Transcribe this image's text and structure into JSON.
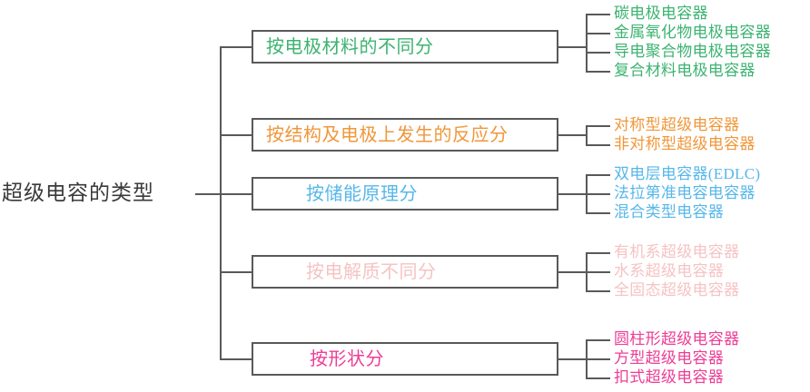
{
  "diagram": {
    "title": "超级电容的类型",
    "root": {
      "label": "超级电容的类型",
      "color": "#3a3a3a"
    },
    "line_color": "#595959",
    "box_border_color": "#595959",
    "box_fill": "#ffffff",
    "branches": [
      {
        "label": "按电极材料的不同分",
        "color": "#3cb371",
        "children": [
          "碳电极电容器",
          "金属氧化物电极电容器",
          "导电聚合物电极电容器",
          "复合材料电极电容器"
        ]
      },
      {
        "label": "按结构及电极上发生的反应分",
        "color": "#f0973a",
        "children": [
          "对称型超级电容器",
          "非对称型超级电容器"
        ]
      },
      {
        "label": "按储能原理分",
        "color": "#57b7ea",
        "children": [
          "双电层电容器(EDLC)",
          "法拉第准电容电容器",
          "混合类型电容器"
        ]
      },
      {
        "label": "按电解质不同分",
        "color": "#f6c3c3",
        "children": [
          "有机系超级电容器",
          "水系超级电容器",
          "全固态超级电容器"
        ]
      },
      {
        "label": "按形状分",
        "color": "#ed3d96",
        "children": [
          "圆柱形超级电容器",
          "方型超级电容器",
          "扣式超级电容器"
        ]
      }
    ]
  }
}
